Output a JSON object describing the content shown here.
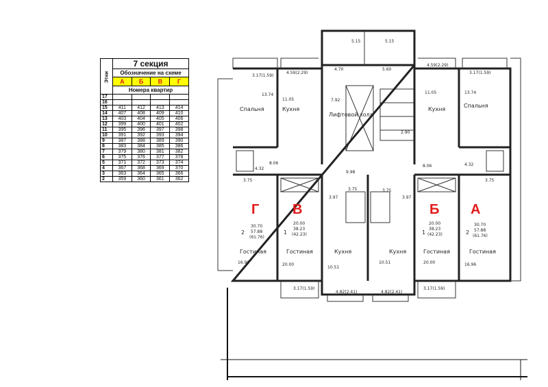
{
  "legend": {
    "title": "7 секция",
    "floor_header": "Этаж",
    "scheme_header": "Обозначение на схеме",
    "letters": [
      "А",
      "Б",
      "В",
      "Г"
    ],
    "apartments_header": "Номера квартир",
    "rows": [
      {
        "floor": "17",
        "apts": [
          "",
          "",
          "",
          ""
        ]
      },
      {
        "floor": "16",
        "apts": [
          "",
          "",
          "",
          ""
        ]
      },
      {
        "floor": "15",
        "apts": [
          "411",
          "412",
          "413",
          "414"
        ]
      },
      {
        "floor": "14",
        "apts": [
          "407",
          "408",
          "409",
          "410"
        ]
      },
      {
        "floor": "13",
        "apts": [
          "403",
          "404",
          "405",
          "406"
        ]
      },
      {
        "floor": "12",
        "apts": [
          "399",
          "400",
          "401",
          "402"
        ]
      },
      {
        "floor": "11",
        "apts": [
          "395",
          "396",
          "397",
          "398"
        ]
      },
      {
        "floor": "10",
        "apts": [
          "391",
          "392",
          "393",
          "394"
        ]
      },
      {
        "floor": "9",
        "apts": [
          "387",
          "388",
          "389",
          "390"
        ]
      },
      {
        "floor": "8",
        "apts": [
          "383",
          "384",
          "385",
          "386"
        ]
      },
      {
        "floor": "7",
        "apts": [
          "379",
          "380",
          "381",
          "382"
        ]
      },
      {
        "floor": "6",
        "apts": [
          "375",
          "376",
          "377",
          "378"
        ]
      },
      {
        "floor": "5",
        "apts": [
          "371",
          "372",
          "373",
          "374"
        ]
      },
      {
        "floor": "4",
        "apts": [
          "367",
          "368",
          "369",
          "370"
        ]
      },
      {
        "floor": "3",
        "apts": [
          "363",
          "364",
          "365",
          "366"
        ]
      },
      {
        "floor": "2",
        "apts": [
          "359",
          "360",
          "361",
          "362"
        ]
      }
    ]
  },
  "plan": {
    "apartment_letters": {
      "g": "Г",
      "v": "В",
      "b": "Б",
      "a": "А"
    },
    "rooms": {
      "bedroom": "Спальня",
      "kitchen": "Кухня",
      "living": "Гостиная",
      "lift_hall": "Лифтовой холл"
    },
    "apartment_info": {
      "g": {
        "rooms": "2",
        "area1": "30.70",
        "area2": "57.88",
        "area3": "(61.76)"
      },
      "v": {
        "rooms": "1",
        "area1": "20.00",
        "area2": "38.23",
        "area3": "(42.23)"
      },
      "b": {
        "rooms": "1",
        "area1": "20.00",
        "area2": "38.23",
        "area3": "(42.23)"
      },
      "a": {
        "rooms": "2",
        "area1": "30.70",
        "area2": "57.88",
        "area3": "(61.76)"
      }
    },
    "dims": {
      "top1": "5.15",
      "top2": "5.15",
      "d470": "4.70",
      "d560": "5.60",
      "balc_l": "3.17(1.59)",
      "balc_l2": "4.59(2.29)",
      "balc_r2": "4.59(2.29)",
      "balc_r": "3.17(1.59)",
      "bed_l": "13.74",
      "kit_l": "11.05",
      "kit_r": "11.05",
      "bed_r": "13.74",
      "hall_792": "7.92",
      "d290": "2.90",
      "c432_l": "4.32",
      "c806_l": "8.06",
      "c998": "9.98",
      "c806_r": "8.06",
      "c432_r": "4.32",
      "b375_l": "3.75",
      "b375_r": "3.75",
      "b375_c1": "3.75",
      "b375_c2": "3.75",
      "c397_l": "3.97",
      "c397_r": "3.97",
      "liv_g": "16.96",
      "liv_v": "20.00",
      "kit_cl": "10.51",
      "kit_cr": "10.51",
      "liv_b": "20.00",
      "liv_a": "16.96",
      "bot1": "3.17(1.59)",
      "bot2": "4.82(2.41)",
      "bot3": "4.82(2.41)",
      "bot4": "3.17(1.59)"
    }
  }
}
